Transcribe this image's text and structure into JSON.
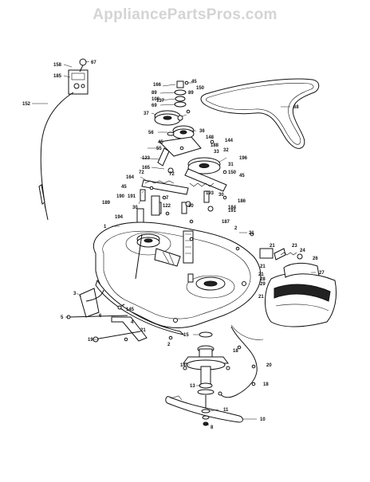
{
  "watermark": "AppliancePartsPros.com",
  "callouts": {
    "c158": "158",
    "c67": "67",
    "c185": "185",
    "c152": "152",
    "c166": "166",
    "c45a": "45",
    "c150": "150",
    "c89": "89",
    "c108": "108",
    "c137": "137",
    "c69": "69",
    "c37": "37",
    "c89b": "89",
    "c68": "68",
    "c56": "56",
    "c36": "36",
    "c45b": "45",
    "c148": "148",
    "c188": "188",
    "c144": "144",
    "c55": "55",
    "c33": "33",
    "c32": "32",
    "c123": "123",
    "c196": "196",
    "c31": "31",
    "c165": "165",
    "c72a": "72",
    "c72b": "72",
    "c164": "164",
    "c150b": "150",
    "c45c": "45",
    "c190": "190",
    "c191": "191",
    "c45d": "45",
    "c193": "193",
    "c30a": "30",
    "c189": "189",
    "c30b": "30",
    "c122": "122",
    "c186": "186",
    "c7": "7",
    "c30c": "30",
    "c194a": "194",
    "c191b": "191",
    "c184": "184",
    "c187": "187",
    "c1": "1",
    "c2": "2",
    "c21a": "21",
    "c21b": "21",
    "c23": "23",
    "c24": "24",
    "c26": "26",
    "c21c": "21",
    "c27": "27",
    "c21d": "21",
    "c21e": "21",
    "c28": "28",
    "c29": "29",
    "c3": "3",
    "c145": "145",
    "c5": "5",
    "c6": "6",
    "c4": "4",
    "c21f": "21",
    "c19": "19",
    "c15": "15",
    "c2b": "2",
    "c18a": "18",
    "c20": "20",
    "c14": "14",
    "c18b": "18",
    "c13": "13",
    "c11": "11",
    "c8": "8",
    "c10": "10"
  },
  "chart_data": null
}
